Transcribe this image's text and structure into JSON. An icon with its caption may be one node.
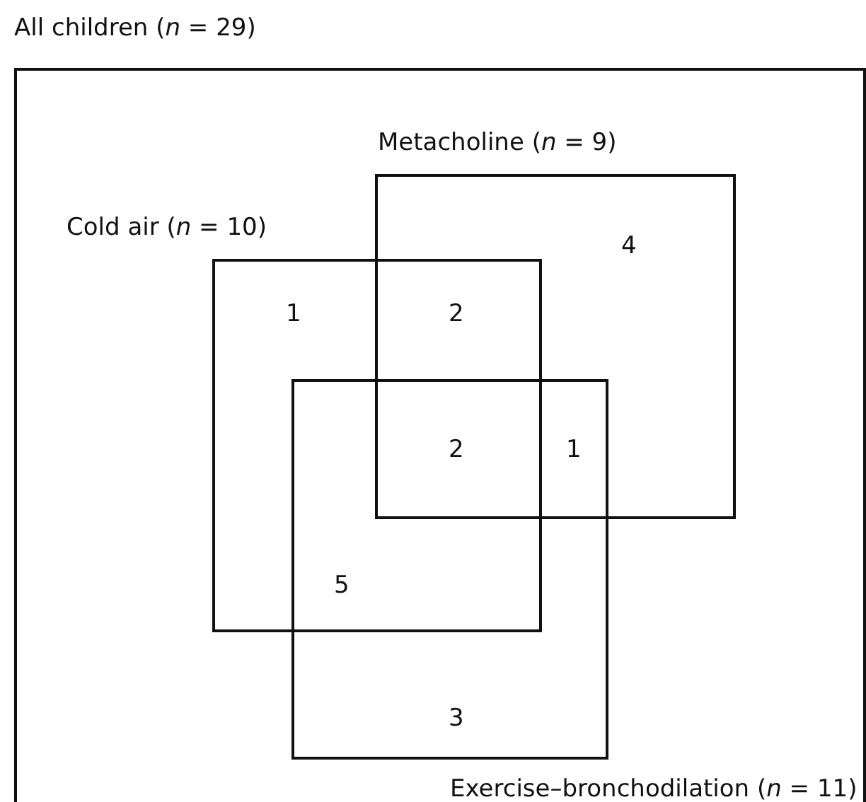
{
  "diagram": {
    "nodes": [
      {
        "text": [
          "All children (*n* = 29)"
        ]
      },
      {
        "text": [
          "Metacholine (*n* = 9)"
        ],
        "in": 0
      },
      {
        "text": [
          "Cold air (*n* = 10)"
        ],
        "in": 0
      },
      {
        "text": [
          "Exercise–bronchodilation (*n* = 11)"
        ],
        "in": 0
      }
    ],
    "edges": [],
    "labels": [
      "4",
      "1",
      "2",
      "2",
      "1",
      "5",
      "3"
    ]
  }
}
